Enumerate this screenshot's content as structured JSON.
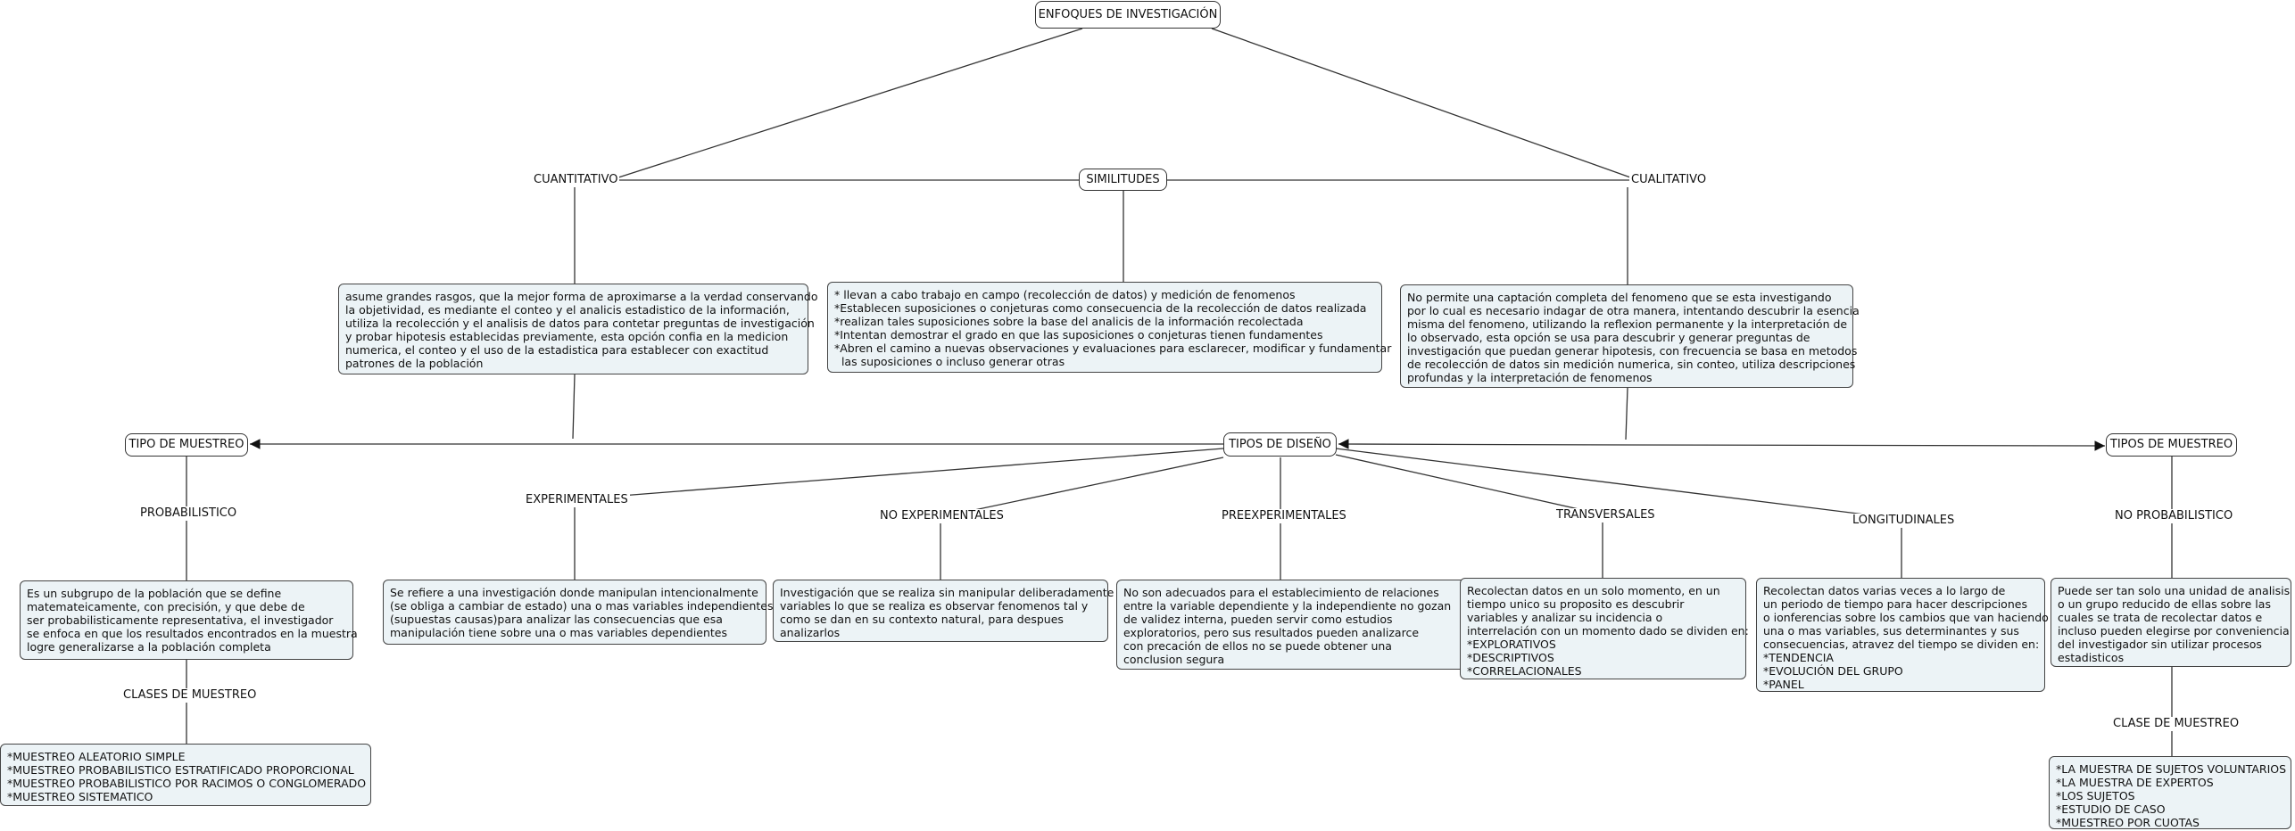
{
  "title": "ENFOQUES DE INVESTIGACIÓN",
  "nodes": {
    "similitudes": "SIMILITUDES",
    "tipos_diseno": "TIPOS DE DISEÑO",
    "tipo_muestreo_left": "TIPO DE MUESTREO",
    "tipos_muestreo_right": "TIPOS DE MUESTREO"
  },
  "labels": {
    "cuantitativo": "CUANTITATIVO",
    "cualitativo": "CUALITATIVO",
    "probabilistico": "PROBABILISTICO",
    "no_probabilistico": "NO PROBABILISTICO",
    "clases_muestreo": "CLASES DE MUESTREO",
    "clase_muestreo": "CLASE DE MUESTREO",
    "experimentales": "EXPERIMENTALES",
    "no_experimentales": "NO EXPERIMENTALES",
    "preexperimentales": "PREEXPERIMENTALES",
    "transversales": "TRANSVERSALES",
    "longitudinales": "LONGITUDINALES"
  },
  "boxes": {
    "cuantitativo_desc": [
      "asume grandes rasgos, que la mejor forma de aproximarse a la verdad conservando",
      "la objetividad, es mediante el conteo y el analicis estadistico de la información,",
      "utiliza la recolección y el analisis de datos para contetar preguntas de investigación",
      "y probar hipotesis establecidas previamente, esta opción confia en la medicion",
      "numerica, el conteo y el uso de la estadistica para establecer con exactitud",
      "patrones de la población"
    ],
    "similitudes_desc": [
      "* llevan a cabo trabajo en campo (recolección de datos) y medición de fenomenos",
      "*Establecen suposiciones o conjeturas como consecuencia de la recolección de datos realizada",
      "*realizan tales suposiciones sobre la base del analicis de la información recolectada",
      "*Intentan demostrar el grado en que las suposiciones o conjeturas tienen fundamentes",
      "*Abren el camino a nuevas observaciones y evaluaciones para esclarecer, modificar y fundamentar",
      "  las suposiciones o incluso generar otras"
    ],
    "cualitativo_desc": [
      "No permite una captación completa del fenomeno que se esta investigando",
      "por lo cual es necesario indagar de otra manera, intentando descubrir la esencia",
      "misma del fenomeno, utilizando la reflexion permanente y la interpretación de",
      "lo observado, esta opción se usa para descubrir y generar preguntas de",
      "investigación que puedan generar hipotesis, con frecuencia se basa en metodos",
      "de recolección de datos sin medición numerica, sin conteo, utiliza descripciones",
      "profundas y la interpretación de fenomenos"
    ],
    "probabilistico_desc": [
      "Es un subgrupo de la población que se define",
      "matemateicamente, con precisión, y que debe de",
      "ser probabilisticamente representativa, el investigador",
      "se enfoca en que los resultados encontrados en la muestra",
      "logre generalizarse a la población completa"
    ],
    "clases_muestreo_list": [
      "*MUESTREO ALEATORIO SIMPLE",
      "*MUESTREO PROBABILISTICO ESTRATIFICADO PROPORCIONAL",
      "*MUESTREO PROBABILISTICO POR RACIMOS O CONGLOMERADO",
      "*MUESTREO SISTEMATICO"
    ],
    "experimentales_desc": [
      "Se refiere a una investigación donde manipulan intencionalmente",
      "(se obliga a cambiar de estado) una o mas variables independientes",
      "(supuestas causas)para analizar las consecuencias que esa",
      "manipulación tiene sobre una o mas variables dependientes"
    ],
    "no_experimentales_desc": [
      "Investigación que se realiza sin manipular deliberadamente",
      "variables lo que se realiza es observar fenomenos tal y",
      "como se dan en su contexto natural, para despues",
      "analizarlos"
    ],
    "preexperimentales_desc": [
      "No son adecuados para el establecimiento de relaciones",
      "entre la variable dependiente y la independiente no gozan",
      "de validez interna, pueden servir como estudios",
      "exploratorios, pero sus resultados pueden analizarce",
      "con precación de ellos no se puede obtener una",
      "conclusion segura"
    ],
    "transversales_desc": [
      "Recolectan datos en un solo momento, en un",
      "tiempo unico su proposito es descubrir",
      "variables y analizar su incidencia o",
      "interrelación con un momento dado se dividen en:",
      "*EXPLORATIVOS",
      "*DESCRIPTIVOS",
      "*CORRELACIONALES"
    ],
    "longitudinales_desc": [
      "Recolectan datos varias veces a lo largo de",
      "un periodo de tiempo para hacer descripciones",
      "o ionferencias sobre los cambios que van haciendo",
      "una o mas variables, sus determinantes y sus",
      "consecuencias, atravez del tiempo se dividen en:",
      "*TENDENCIA",
      "*EVOLUCIÓN DEL GRUPO",
      "*PANEL"
    ],
    "no_probabilistico_desc": [
      "Puede ser tan solo una unidad de analisis",
      "o un grupo reducido de ellas sobre las",
      "cuales se trata de recolectar datos e",
      "incluso pueden elegirse por conveniencia",
      "del investigador sin utilizar procesos",
      "estadisticos"
    ],
    "clase_muestreo_list": [
      "*LA MUESTRA DE SUJETOS VOLUNTARIOS",
      "*LA MUESTRA DE EXPERTOS",
      "*LOS SUJETOS",
      "*ESTUDIO DE CASO",
      "*MUESTREO POR CUOTAS"
    ]
  },
  "colors": {
    "box_fill": "#ecf3f6",
    "line": "#333333"
  }
}
